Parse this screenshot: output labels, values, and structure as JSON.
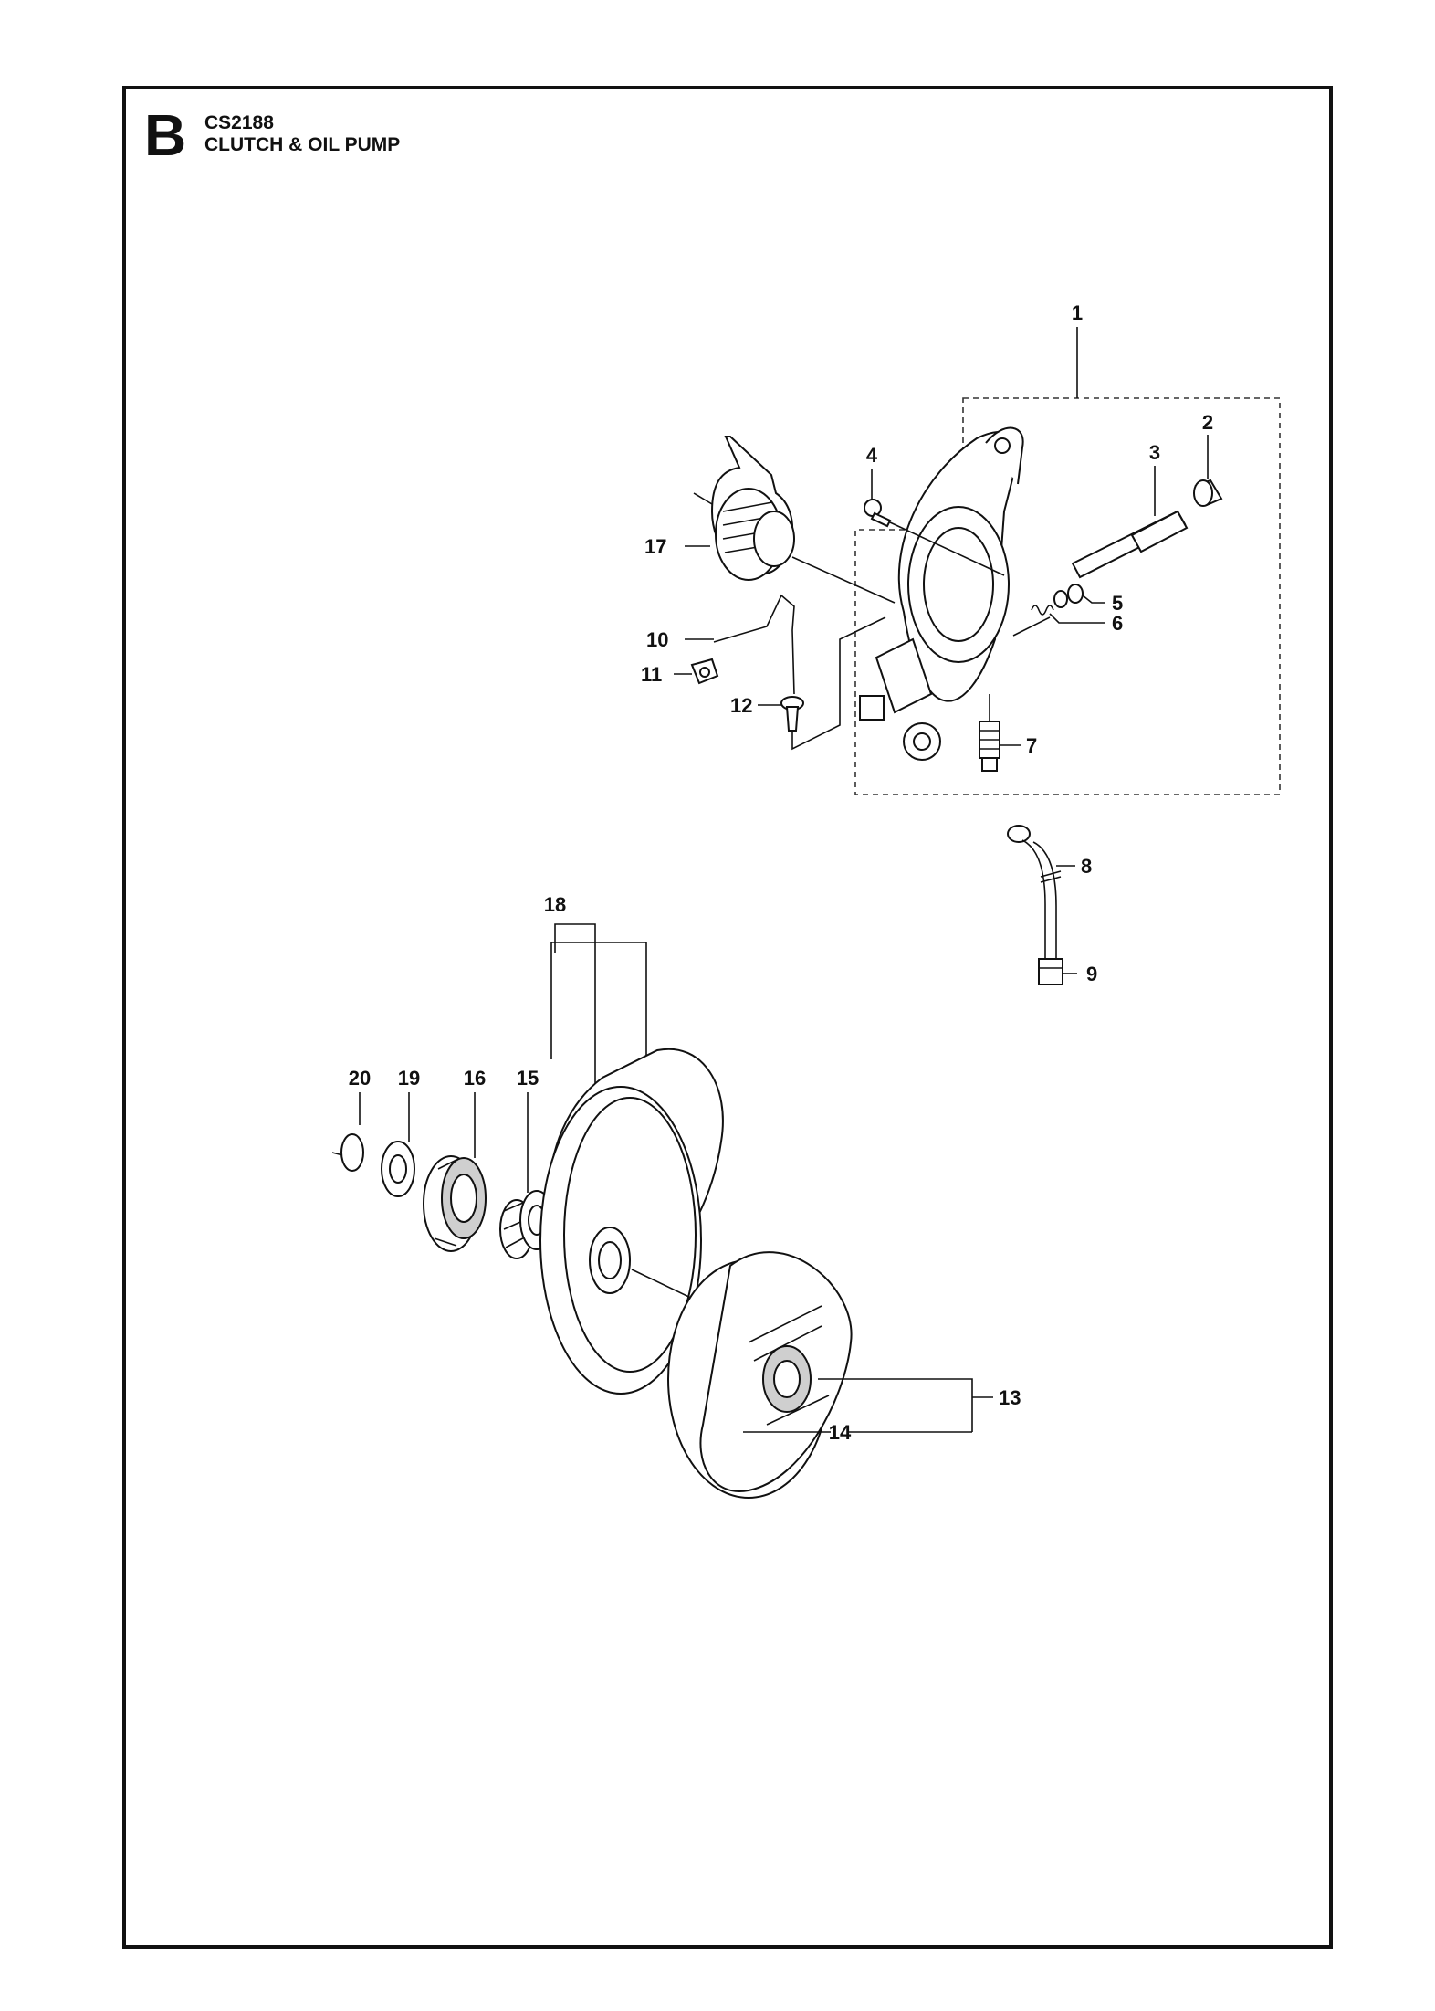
{
  "header": {
    "section_letter": "B",
    "model_code": "CS2188",
    "title": "CLUTCH & OIL PUMP"
  },
  "callouts": {
    "c1": "1",
    "c2": "2",
    "c3": "3",
    "c4": "4",
    "c5": "5",
    "c6": "6",
    "c7": "7",
    "c8": "8",
    "c9": "9",
    "c10": "10",
    "c11": "11",
    "c12": "12",
    "c13": "13",
    "c14": "14",
    "c15": "15",
    "c16": "16",
    "c17": "17",
    "c18": "18",
    "c19": "19",
    "c20": "20"
  }
}
